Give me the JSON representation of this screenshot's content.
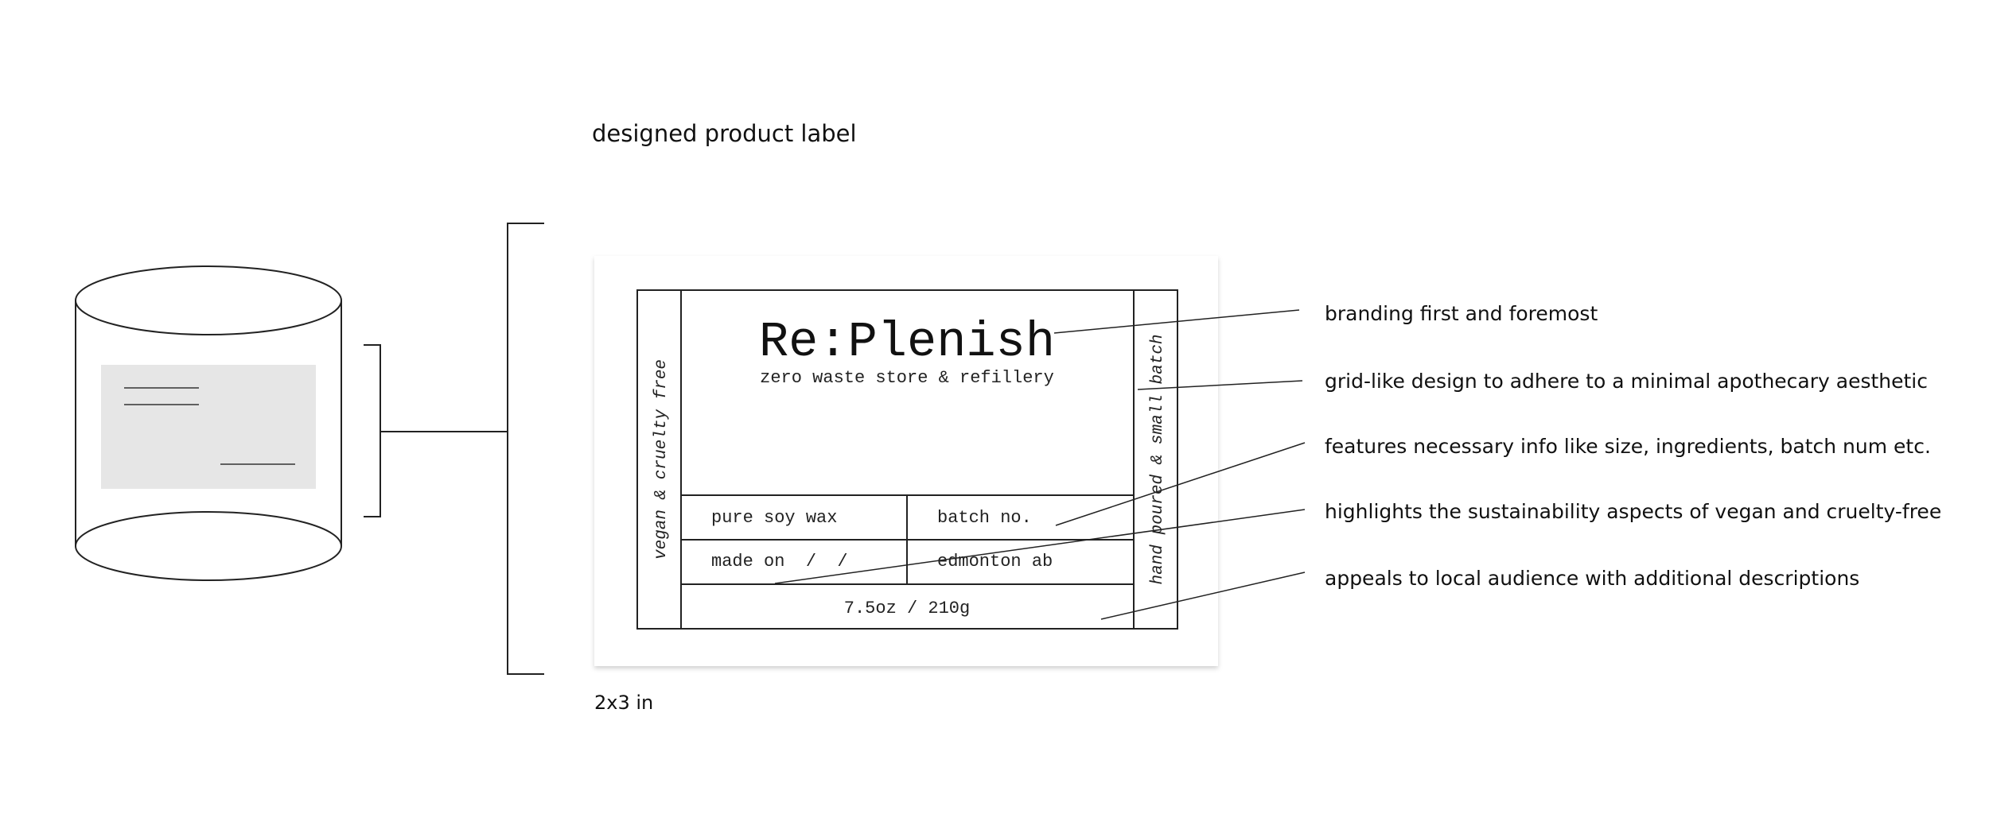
{
  "heading": "designed product label",
  "size_caption": "2x3 in",
  "label": {
    "brand": "Re:Plenish",
    "tagline": "zero waste store & refillery",
    "left_side_text": "vegan & cruelty free",
    "right_side_text": "hand poured & small batch",
    "cells": {
      "ingredient": "pure soy wax",
      "batch": "batch no.",
      "made_on": "made on  /  /",
      "location": "edmonton ab",
      "size": "7.5oz / 210g"
    }
  },
  "annotations": [
    {
      "text": "branding first and foremost"
    },
    {
      "text": "grid-like design to adhere to a minimal apothecary aesthetic"
    },
    {
      "text": "features necessary info like size, ingredients, batch num etc."
    },
    {
      "text": "highlights the sustainability aspects of vegan and cruelty-free"
    },
    {
      "text": "appeals to local audience with additional descriptions"
    }
  ],
  "colors": {
    "line": "#222222",
    "label_patch": "#e6e6e6",
    "label_shadow": "#cccccc"
  }
}
